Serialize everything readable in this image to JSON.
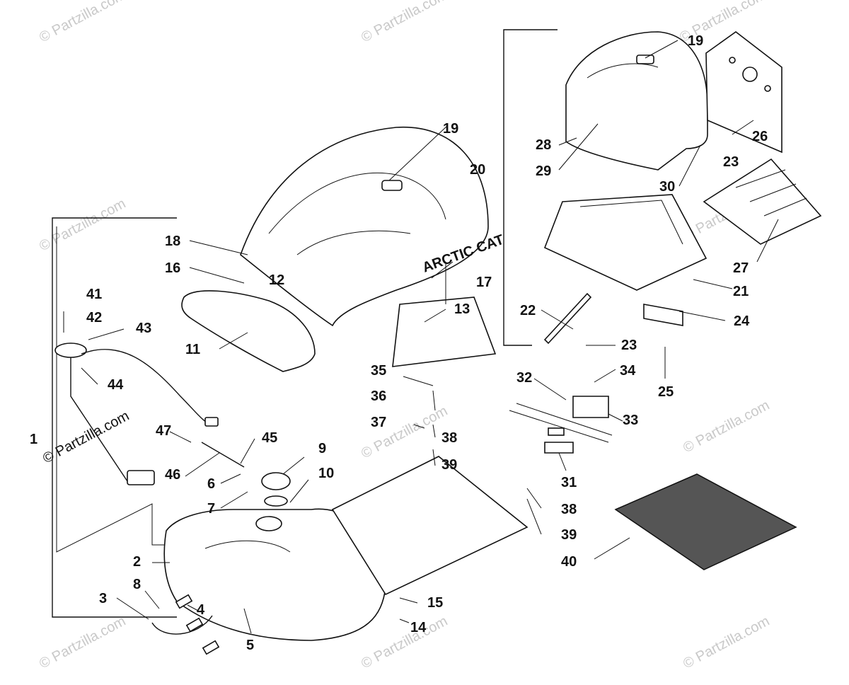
{
  "watermark_text": "© Partzilla.com",
  "callouts": [
    "1",
    "2",
    "3",
    "4",
    "5",
    "6",
    "7",
    "8",
    "9",
    "10",
    "11",
    "12",
    "13",
    "14",
    "15",
    "16",
    "17",
    "18",
    "19",
    "19",
    "20",
    "21",
    "22",
    "23",
    "23",
    "24",
    "25",
    "26",
    "27",
    "28",
    "29",
    "30",
    "31",
    "32",
    "33",
    "34",
    "35",
    "36",
    "37",
    "38",
    "38",
    "39",
    "39",
    "40",
    "41",
    "42",
    "43",
    "44",
    "45",
    "46",
    "47"
  ],
  "logo_text": "ARCTIC CAT"
}
